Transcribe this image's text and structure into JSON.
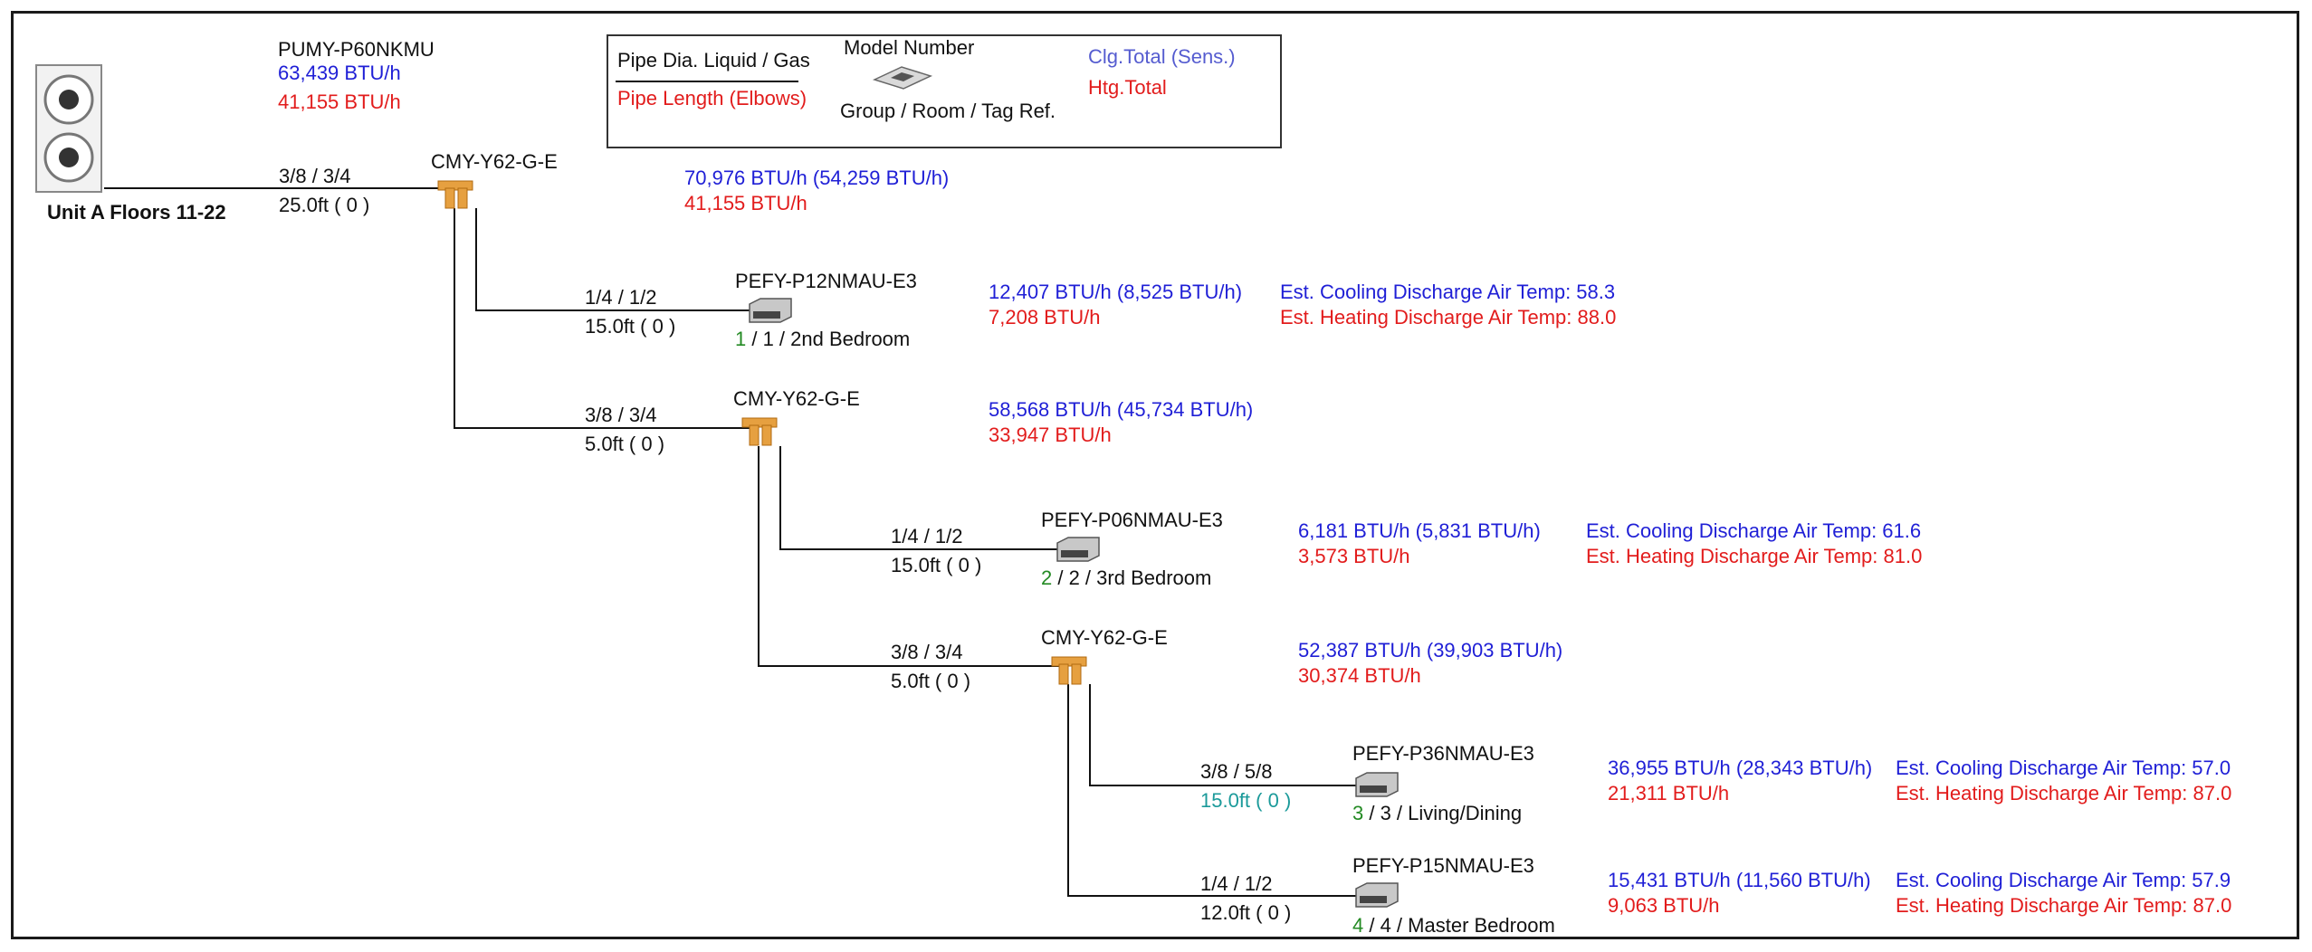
{
  "legend": {
    "pipe_dia": "Pipe Dia. Liquid / Gas",
    "model_number": "Model Number",
    "clg_total": "Clg.Total (Sens.)",
    "pipe_length": "Pipe Length (Elbows)",
    "group_room": "Group / Room / Tag Ref.",
    "htg_total": "Htg.Total"
  },
  "outdoor": {
    "model": "PUMY-P60NKMU",
    "cooling": "63,439 BTU/h",
    "heating": "41,155 BTU/h",
    "name": "Unit A Floors 11-22",
    "pipe_dia": "3/8  /  3/4",
    "pipe_len": "25.0ft ( 0 )"
  },
  "joints": [
    {
      "model": "CMY-Y62-G-E",
      "cooling": "70,976 BTU/h (54,259 BTU/h)",
      "heating": "41,155 BTU/h"
    },
    {
      "model": "CMY-Y62-G-E",
      "cooling": "58,568 BTU/h (45,734 BTU/h)",
      "heating": "33,947 BTU/h",
      "pipe_dia": "3/8  /  3/4",
      "pipe_len": "5.0ft ( 0 )"
    },
    {
      "model": "CMY-Y62-G-E",
      "cooling": "52,387 BTU/h (39,903 BTU/h)",
      "heating": "30,374 BTU/h",
      "pipe_dia": "3/8  /  3/4",
      "pipe_len": "5.0ft ( 0 )"
    }
  ],
  "indoor": [
    {
      "model": "PEFY-P12NMAU-E3",
      "pipe_dia": "1/4  /  1/2",
      "pipe_len": "15.0ft ( 0 )",
      "group": "1",
      "room": " / 1 / 2nd Bedroom",
      "cooling": "12,407 BTU/h (8,525 BTU/h)",
      "heating": "7,208 BTU/h",
      "cool_temp": "Est. Cooling Discharge Air Temp: 58.3",
      "heat_temp": "Est. Heating Discharge Air Temp: 88.0"
    },
    {
      "model": "PEFY-P06NMAU-E3",
      "pipe_dia": "1/4  /  1/2",
      "pipe_len": "15.0ft ( 0 )",
      "group": "2",
      "room": " / 2 / 3rd Bedroom",
      "cooling": "6,181 BTU/h (5,831 BTU/h)",
      "heating": "3,573 BTU/h",
      "cool_temp": "Est. Cooling Discharge Air Temp: 61.6",
      "heat_temp": "Est. Heating Discharge Air Temp: 81.0"
    },
    {
      "model": "PEFY-P36NMAU-E3",
      "pipe_dia": "3/8  /  5/8",
      "pipe_len": "15.0ft ( 0 )",
      "group": "3",
      "room": " / 3 / Living/Dining",
      "cooling": "36,955 BTU/h (28,343 BTU/h)",
      "heating": "21,311 BTU/h",
      "cool_temp": "Est. Cooling Discharge Air Temp: 57.0",
      "heat_temp": "Est. Heating Discharge Air Temp: 87.0"
    },
    {
      "model": "PEFY-P15NMAU-E3",
      "pipe_dia": "1/4  /  1/2",
      "pipe_len": "12.0ft ( 0 )",
      "group": "4",
      "room": " / 4 / Master Bedroom",
      "cooling": "15,431 BTU/h (11,560 BTU/h)",
      "heating": "9,063 BTU/h",
      "cool_temp": "Est. Cooling Discharge Air Temp: 57.9",
      "heat_temp": "Est. Heating Discharge Air Temp: 87.0"
    }
  ]
}
